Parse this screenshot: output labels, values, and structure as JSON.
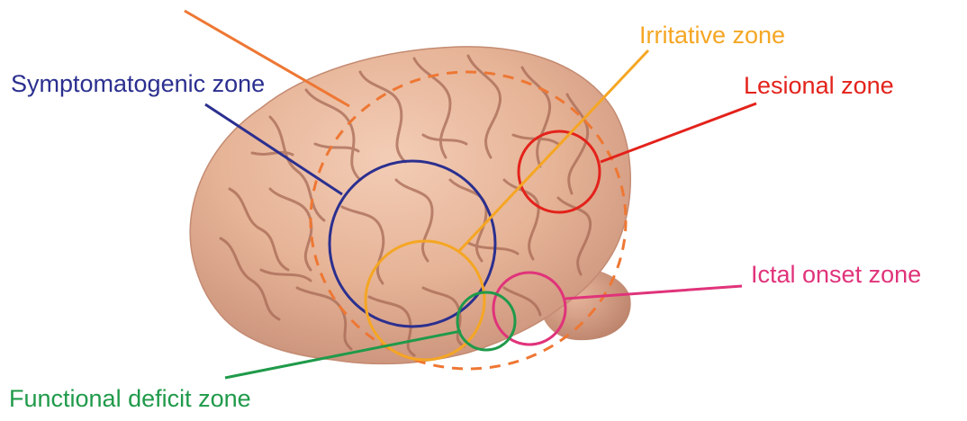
{
  "labels": {
    "symptomatogenic": "Symptomatogenic zone",
    "irritative": "Irritative zone",
    "lesional": "Lesional zone",
    "ictal_onset": "Ictal onset zone",
    "functional_deficit": "Functional deficit zone"
  },
  "colors": {
    "epileptogenic_dashed": "#ee7733",
    "symptomatogenic": "#2b2f8f",
    "irritative": "#f5a623",
    "lesional": "#e3221b",
    "ictal_onset": "#e0337a",
    "functional_deficit": "#1f9a4a",
    "brain_fill": "#e8b79d",
    "brain_shadow": "#c98f74",
    "brain_sulci": "#a86a55"
  }
}
